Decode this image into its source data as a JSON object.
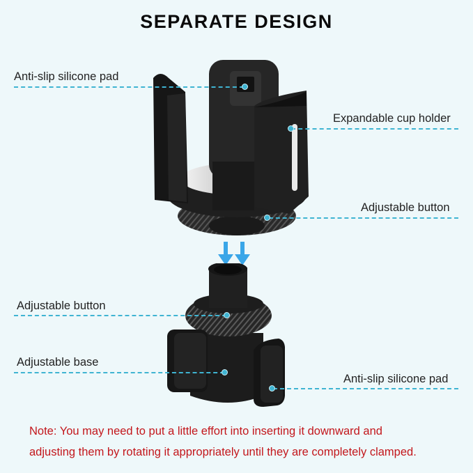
{
  "title": "SEPARATE DESIGN",
  "callouts": [
    {
      "label": "Anti-slip silicone pad",
      "side": "left",
      "part": "upper holder back pad"
    },
    {
      "label": "Expandable cup holder",
      "side": "right",
      "part": "upper holder arms"
    },
    {
      "label": "Adjustable button",
      "side": "right",
      "part": "upper holder knob"
    },
    {
      "label": "Adjustable button",
      "side": "left",
      "part": "base knob"
    },
    {
      "label": "Adjustable base",
      "side": "left",
      "part": "base body"
    },
    {
      "label": "Anti-slip silicone pad",
      "side": "right",
      "part": "base side pad"
    }
  ],
  "note": {
    "line1": "Note: You may need to put a little effort into inserting it downward and",
    "line2": "adjusting them by rotating it appropriately until they are completely clamped."
  },
  "colors": {
    "background": "#eef8fa",
    "accent_line": "#3fb4d2",
    "arrow": "#3aa6e8",
    "note_text": "#c3171c",
    "product": "#1c1c1c"
  },
  "icons": {
    "insert_arrows": "double-down-arrow-icon"
  }
}
